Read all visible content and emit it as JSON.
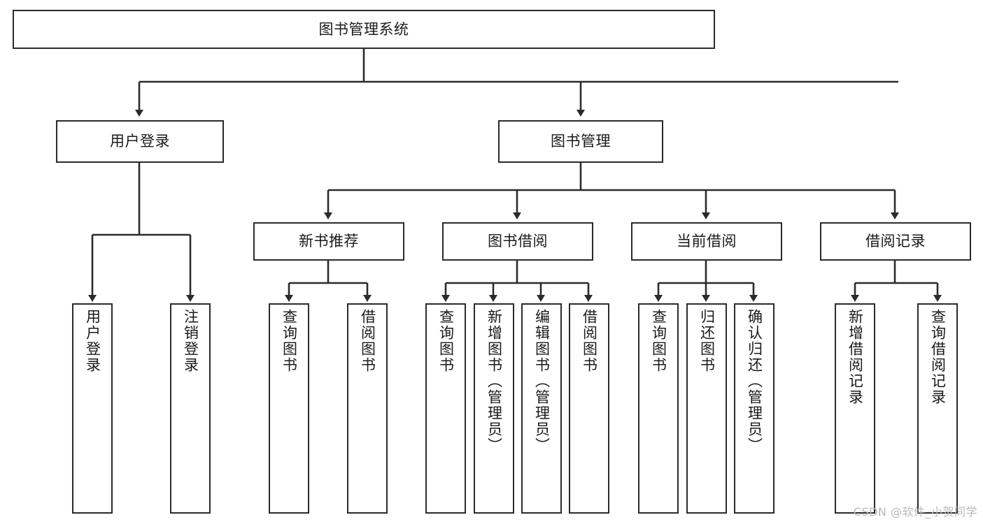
{
  "diagram": {
    "title": "图书管理系统",
    "type": "tree-hierarchy",
    "colors": {
      "stroke": "#2b2b2b",
      "text": "#1a1a1a",
      "background": "#ffffff",
      "watermark": "#b9b9b9"
    },
    "root": {
      "label": "图书管理系统"
    },
    "level2": [
      {
        "label": "用户登录"
      },
      {
        "label": "图书管理"
      }
    ],
    "level3": [
      {
        "label": "新书推荐"
      },
      {
        "label": "图书借阅"
      },
      {
        "label": "当前借阅"
      },
      {
        "label": "借阅记录"
      }
    ],
    "leaves": {
      "user_login": [
        {
          "label": "用户登录"
        },
        {
          "label": "注销登录"
        }
      ],
      "new_book_recommend": [
        {
          "label": "查询图书"
        },
        {
          "label": "借阅图书"
        }
      ],
      "book_borrow": [
        {
          "label": "查询图书"
        },
        {
          "label": "新增图书（管理员）"
        },
        {
          "label": "编辑图书（管理员）"
        },
        {
          "label": "借阅图书"
        }
      ],
      "current_borrow": [
        {
          "label": "查询图书"
        },
        {
          "label": "归还图书"
        },
        {
          "label": "确认归还（管理员）"
        }
      ],
      "borrow_record": [
        {
          "label": "新增借阅记录"
        },
        {
          "label": "查询借阅记录"
        }
      ]
    }
  },
  "watermark": {
    "text": "CSDN @软件_小贺同学"
  }
}
